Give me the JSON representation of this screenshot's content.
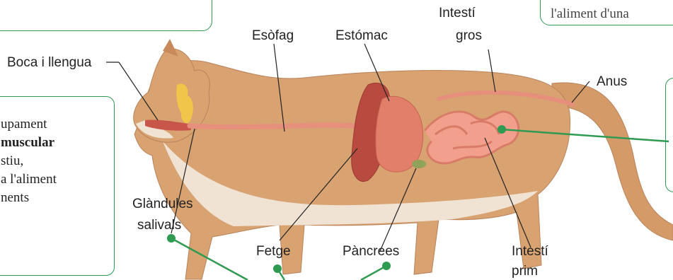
{
  "colors": {
    "accent": "#2e9a52",
    "cat_fur": "#d8a271",
    "cat_fur_light": "#f1e3d4",
    "organ_red": "#c8564a",
    "intestine": "#e58f7c",
    "gland_yellow": "#f0c54a"
  },
  "labels": {
    "boca": "Boca i llengua",
    "esofag": "Esòfag",
    "estomac": "Estómac",
    "intesti_gros_line1": "Intestí",
    "intesti_gros_line2": "gros",
    "anus": "Anus",
    "glandules_line1": "Glàndules",
    "glandules_line2": "salivals",
    "fetge": "Fetge",
    "pancrees": "Pàncrees",
    "intesti_prim_line1": "Intestí",
    "intesti_prim_line2": "prim"
  },
  "boxes": {
    "top_right_partial": "l'aliment d'una",
    "left_line1": "upament",
    "left_line2_bold": "muscular",
    "left_line3": "stiu,",
    "left_line4": "a l'aliment",
    "left_line5": "nents"
  }
}
